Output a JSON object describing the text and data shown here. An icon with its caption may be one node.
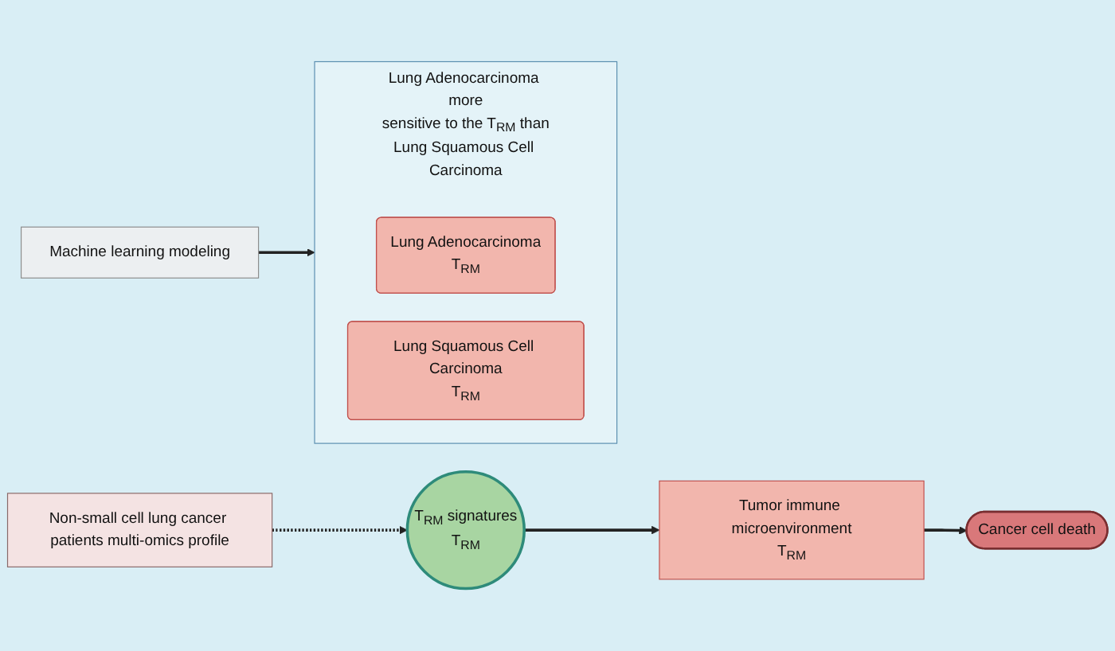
{
  "diagram": {
    "nodes": [
      {
        "text": [
          "Non-small cell lung cancer patients multi-omics profile"
        ]
      },
      {
        "text": [
          "T$_{RM}$ signatures",
          "T$_{RM}$"
        ]
      },
      {
        "text": [
          "Tumor immune microenvironment",
          "T$_{RM}$"
        ]
      },
      {
        "text": [
          "Cancer cell death"
        ]
      },
      {
        "text": [
          "Machine learning modeling"
        ]
      },
      {
        "text": [
          "Lung Adenocarcinoma more sensitive to the T$_{RM}$ than Lung Squamous Cell Carcinoma"
        ]
      },
      {
        "text": [
          "Lung Adenocarcinoma",
          "T$_{RM}$"
        ],
        "in": 5
      },
      {
        "text": [
          "Lung Squamous Cell Carcinoma",
          "T$_{RM}$"
        ],
        "in": 5
      }
    ],
    "edges": [
      {
        "from": 0,
        "to": 1,
        "arrow": "to",
        "style": "dashed"
      },
      {
        "from": 1,
        "to": 2,
        "arrow": "to"
      },
      {
        "from": 2,
        "to": 3,
        "arrow": "to"
      },
      {
        "from": 4,
        "to": 5,
        "arrow": "to"
      }
    ]
  }
}
